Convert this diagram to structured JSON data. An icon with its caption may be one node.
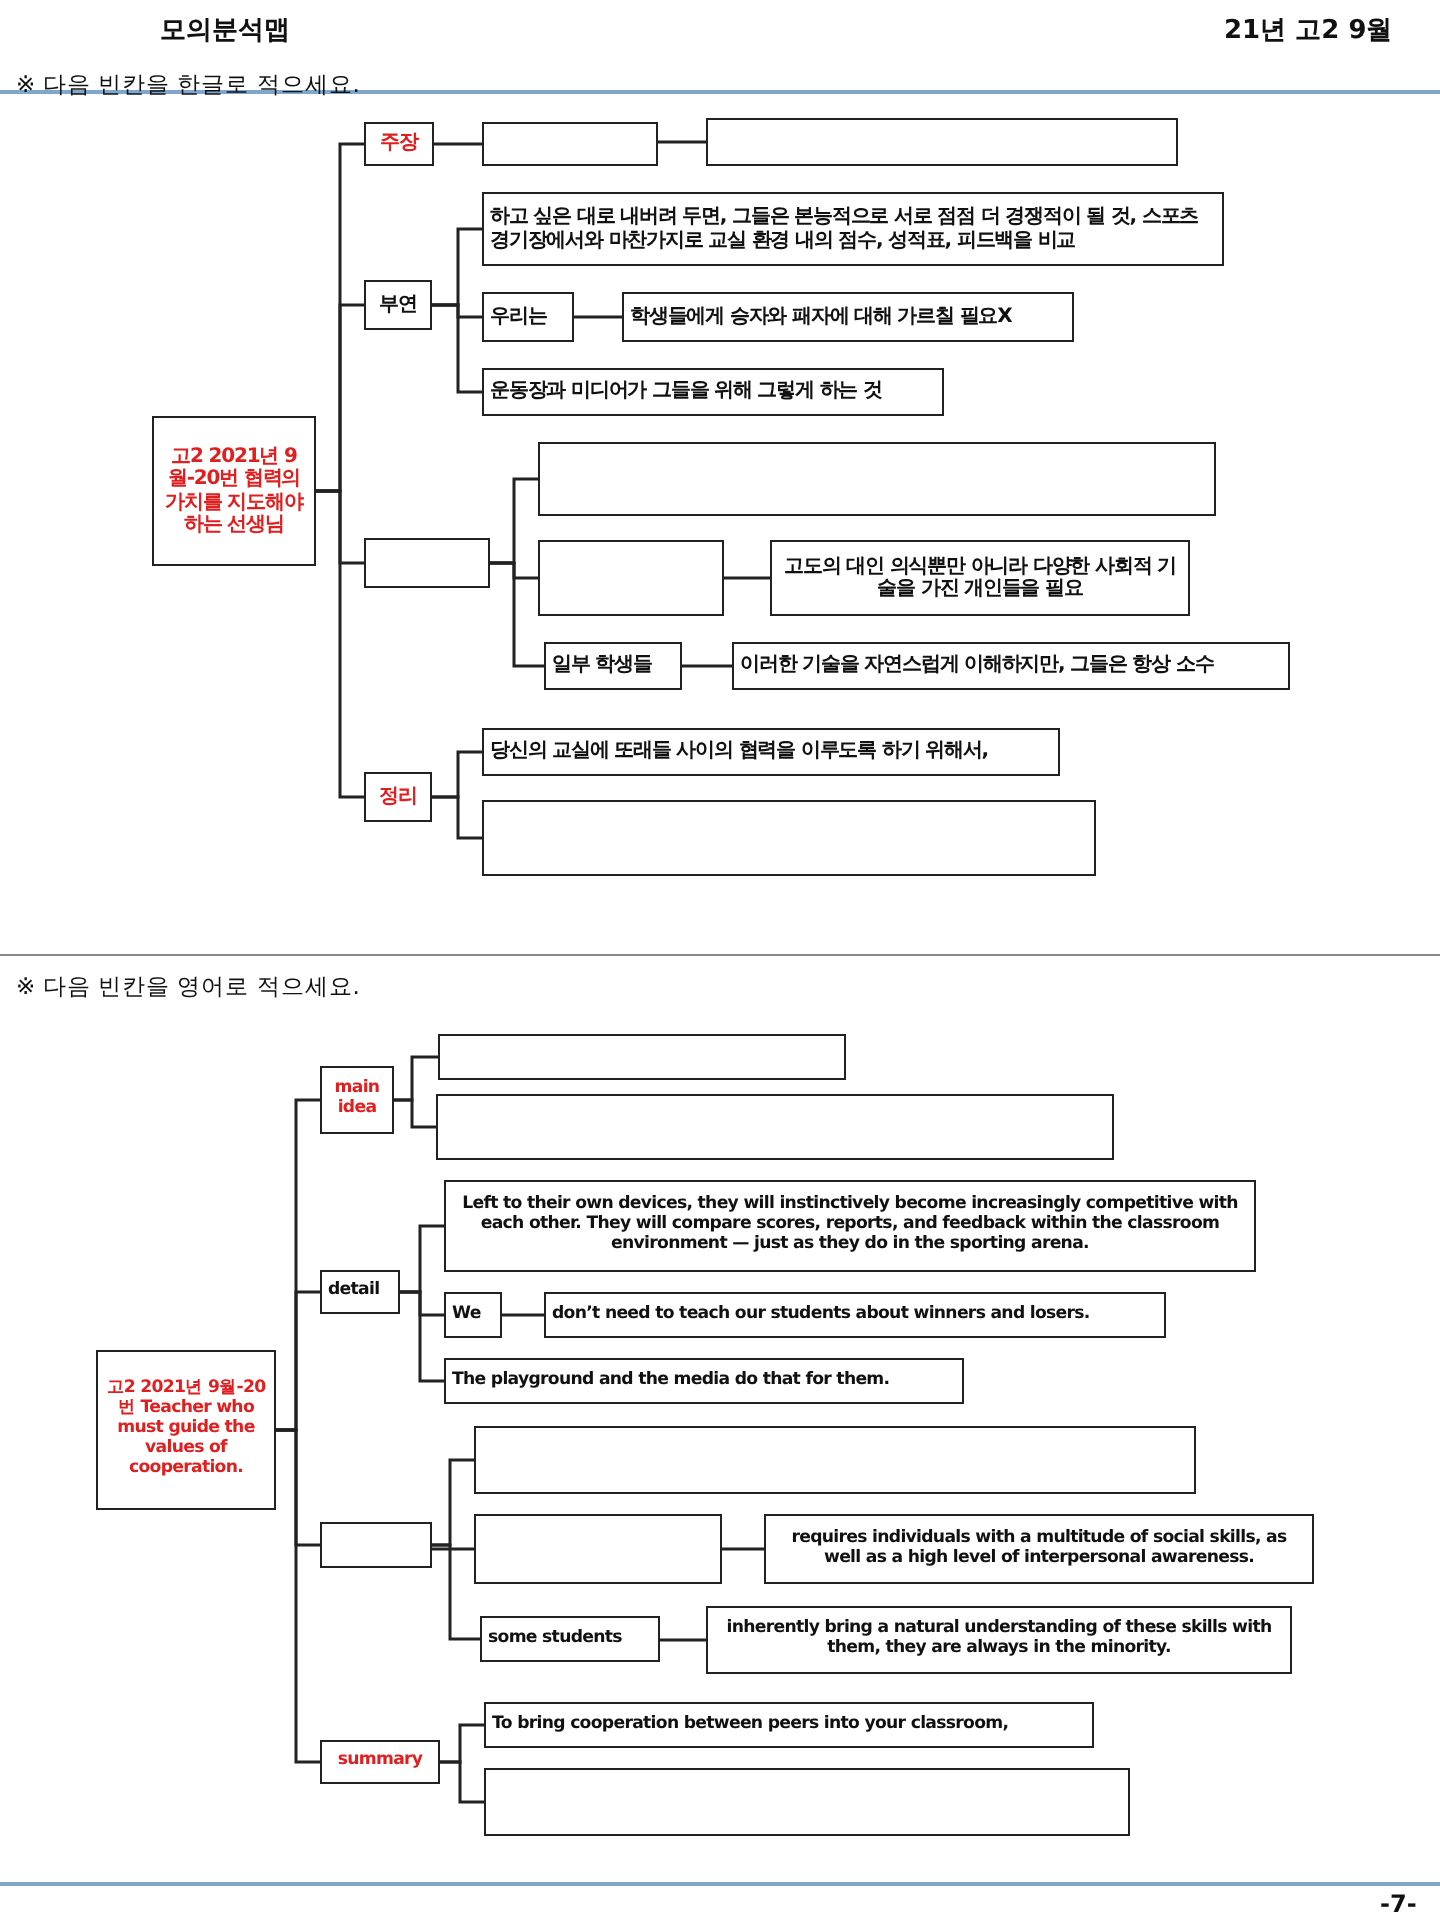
{
  "diagram": {
    "nodes": [
      {
        "text": [
          "고2 2021년 9월-20번 협력의 가치를 지도해야 하는 선생님"
        ]
      },
      {
        "text": [
          "주장"
        ]
      },
      {
        "text": [],
        "shape": "box"
      },
      {
        "text": [],
        "shape": "box"
      },
      {
        "text": [
          "부연"
        ]
      },
      {
        "text": [
          "하고 싶은 대로 내버려 두면, 그들은 본능적으로 서로 점점 더 경쟁적이 될 것, 스포츠 경기장에서와 마찬가지로 교실 환경 내의 점수, 성적표, 피드백을 비교"
        ]
      },
      {
        "text": [
          "우리는"
        ]
      },
      {
        "text": [
          "학생들에게 승자와 패자에 대해 가르칠 필요X"
        ]
      },
      {
        "text": [
          "운동장과 미디어가 그들을 위해 그렇게 하는 것"
        ]
      },
      {
        "text": [],
        "shape": "box"
      },
      {
        "text": [],
        "shape": "box"
      },
      {
        "text": [],
        "shape": "box"
      },
      {
        "text": [
          "고도의 대인 의식뿐만 아니라 다양한 사회적 기술을 가진 개인들을 필요"
        ]
      },
      {
        "text": [
          "일부 학생들"
        ]
      },
      {
        "text": [
          "이러한 기술을 자연스럽게 이해하지만, 그들은 항상 소수"
        ]
      },
      {
        "text": [
          "정리"
        ]
      },
      {
        "text": [
          "당신의 교실에 또래들 사이의 협력을 이루도록 하기 위해서,"
        ]
      },
      {
        "text": [],
        "shape": "box"
      },
      {
        "text": [
          "고2 2021년 9월-20번 Teacher who must guide the values of cooperation."
        ]
      },
      {
        "text": [
          "main idea"
        ]
      },
      {
        "text": [],
        "shape": "box"
      },
      {
        "text": [],
        "shape": "box"
      },
      {
        "text": [
          "detail"
        ]
      },
      {
        "text": [
          "Left to their own devices, they will instinctively become increasingly competitive with each other. They will compare scores, reports, and feedback within the classroom environment — just as they do in  the sporting  arena."
        ]
      },
      {
        "text": [
          "We"
        ]
      },
      {
        "text": [
          "don’t need to teach our students about winners and losers."
        ]
      },
      {
        "text": [
          "The playground and the media do that for them."
        ]
      },
      {
        "text": [],
        "shape": "box"
      },
      {
        "text": [],
        "shape": "box"
      },
      {
        "text": [],
        "shape": "box"
      },
      {
        "text": [
          "requires individuals with a multitude of social skills, as well as a high level of interpersonal awareness."
        ]
      },
      {
        "text": [
          "some students"
        ]
      },
      {
        "text": [
          "inherently bring a natural understanding of these skills with them, they are always in the minority."
        ]
      },
      {
        "text": [
          "summary"
        ]
      },
      {
        "text": [
          "To bring cooperation between peers into your classroom,"
        ]
      },
      {
        "text": [],
        "shape": "box"
      }
    ],
    "edges": [
      {
        "from": 0,
        "to": 1,
        "arrow": "none"
      },
      {
        "from": 0,
        "to": 4,
        "arrow": "none"
      },
      {
        "from": 0,
        "to": 9,
        "arrow": "none"
      },
      {
        "from": 0,
        "to": 15,
        "arrow": "none"
      },
      {
        "from": 1,
        "to": 2,
        "arrow": "none"
      },
      {
        "from": 2,
        "to": 3,
        "arrow": "none"
      },
      {
        "from": 4,
        "to": 5,
        "arrow": "none"
      },
      {
        "from": 4,
        "to": 6,
        "arrow": "none"
      },
      {
        "from": 4,
        "to": 8,
        "arrow": "none"
      },
      {
        "from": 6,
        "to": 7,
        "arrow": "none"
      },
      {
        "from": 9,
        "to": 10,
        "arrow": "none"
      },
      {
        "from": 9,
        "to": 11,
        "arrow": "none"
      },
      {
        "from": 9,
        "to": 13,
        "arrow": "none"
      },
      {
        "from": 11,
        "to": 12,
        "arrow": "none"
      },
      {
        "from": 13,
        "to": 14,
        "arrow": "none"
      },
      {
        "from": 15,
        "to": 16,
        "arrow": "none"
      },
      {
        "from": 15,
        "to": 17,
        "arrow": "none"
      },
      {
        "from": 18,
        "to": 19,
        "arrow": "none"
      },
      {
        "from": 18,
        "to": 22,
        "arrow": "none"
      },
      {
        "from": 18,
        "to": 27,
        "arrow": "none"
      },
      {
        "from": 18,
        "to": 33,
        "arrow": "none"
      },
      {
        "from": 19,
        "to": 20,
        "arrow": "none"
      },
      {
        "from": 19,
        "to": 21,
        "arrow": "none"
      },
      {
        "from": 22,
        "to": 23,
        "arrow": "none"
      },
      {
        "from": 22,
        "to": 24,
        "arrow": "none"
      },
      {
        "from": 22,
        "to": 26,
        "arrow": "none"
      },
      {
        "from": 24,
        "to": 25,
        "arrow": "none"
      },
      {
        "from": 27,
        "to": 28,
        "arrow": "none"
      },
      {
        "from": 27,
        "to": 29,
        "arrow": "none"
      },
      {
        "from": 27,
        "to": 31,
        "arrow": "none"
      },
      {
        "from": 29,
        "to": 30,
        "arrow": "none"
      },
      {
        "from": 31,
        "to": 32,
        "arrow": "none"
      },
      {
        "from": 33,
        "to": 34,
        "arrow": "none"
      },
      {
        "from": 33,
        "to": 35,
        "arrow": "none"
      }
    ],
    "labels": [
      "모의분석맵",
      "21년 고2 9월",
      "※ 다음 빈칸을 한글로 적으세요.",
      "※ 다음 빈칸을 영어로 적으세요.",
      "-7-"
    ]
  }
}
